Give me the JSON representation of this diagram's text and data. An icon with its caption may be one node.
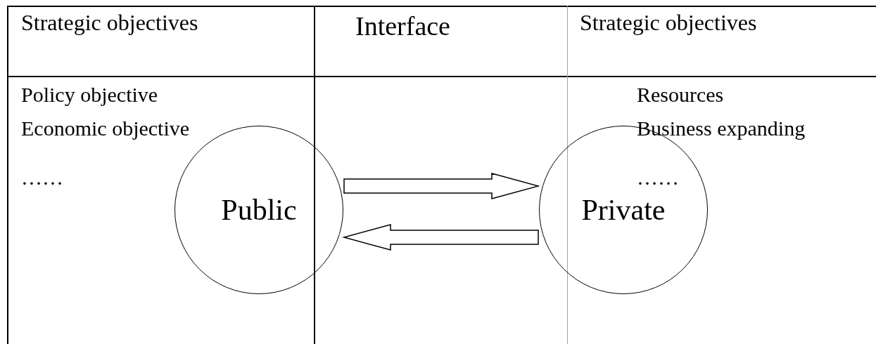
{
  "diagram": {
    "nodes": [
      {
        "text": [
          "Public"
        ]
      },
      {
        "text": [
          "Private"
        ]
      }
    ],
    "edges": [
      {
        "from": 0,
        "to": 1,
        "arrow": "to"
      },
      {
        "from": 1,
        "to": 0,
        "arrow": "to"
      }
    ],
    "labels": [
      "Strategic objectives",
      "Interface",
      "Strategic objectives",
      "Policy objective",
      "Economic objective",
      "……",
      "Resources",
      "Business expanding",
      "……"
    ]
  }
}
